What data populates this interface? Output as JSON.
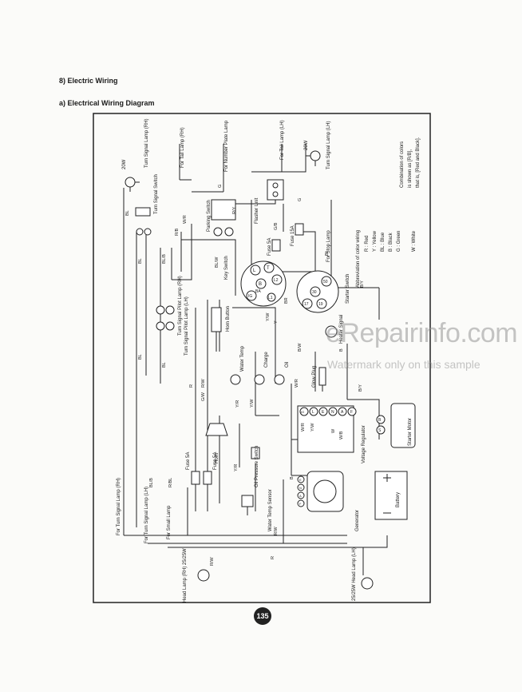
{
  "page": {
    "section_title": "8) Electric Wiring",
    "diagram_title": "a)  Electrical Wiring Diagram",
    "page_number": "135",
    "watermark": "eRepairinfo.com",
    "watermark_sub": "Watermark only on this sample"
  },
  "diagram": {
    "components": {
      "turn_rh": "Turn Signal Lamp (RH)",
      "watt_20_rh": "20W",
      "tail_rh": "For Tail Lamp (RH)",
      "number_plate": "For Number Plate Lamp",
      "tail_lh": "For Tail Lamp (LH)",
      "watt_20_lh": "20W",
      "turn_lh": "Turn Signal Lamp (LH)",
      "turn_switch": "Turn Signal Switch",
      "parking_switch": "Parking Switch",
      "flasher_unit": "Flasher Unit",
      "key_switch": "Key Switch",
      "fuse_5a_top": "Fuse 5A",
      "fuse_15a": "Fuse 15A",
      "stop_lamp": "For Stop Lamp",
      "starter_switch": "Starter Switch",
      "heater_signal": "Heater Signal",
      "glow_plug": "Glow Plug",
      "pilot_rh": "Turn Signal Pilot Lamp (RH)",
      "pilot_lh": "Turn Signal Pilot Lamp (LH)",
      "horn_button": "Horn Button",
      "horn": "Horn",
      "water_temp": "Water Temp",
      "charge": "Charge",
      "oil": "Oil",
      "oil_pressure_switch": "Oil Pressure Switch",
      "water_temp_sensor": "Water Temp Sensor",
      "voltage_regulator": "Voltage Regulator",
      "starter_motor": "Starter Motor",
      "battery": "Battery",
      "generator": "Generator",
      "fuse_5a_left": "Fuse 5A",
      "fuse_5a_mid": "Fuse 5A",
      "for_turn_rh": "For Turn Signal Lamp (RH)",
      "for_turn_lh": "For Turn Signal Lamp (LH)",
      "for_small_lamp": "For Small Lamp",
      "head_lamp_rh": "Head Lamp (RH) 25/25W",
      "head_lamp_lh": "25/25W Head Lamp (LH)"
    },
    "terminals": {
      "key": [
        "L",
        "T",
        "L2",
        "B",
        "IG",
        "L1",
        "BA"
      ],
      "starter": [
        "50",
        "30",
        "17",
        "19"
      ],
      "regulator_top": [
        "IG",
        "L",
        "E",
        "N",
        "A",
        "F"
      ],
      "generator": [
        "E",
        "N",
        "A",
        "F"
      ],
      "starter_motor": [
        "B",
        "S"
      ]
    },
    "wire_labels": {
      "bl": "BL",
      "bl_b": "BL/B",
      "g": "G",
      "g_b": "G/B",
      "r": "R",
      "r_b": "R/B",
      "r_bl": "R/BL",
      "r_w": "R/W",
      "r_y": "R/Y",
      "w_r": "W/R",
      "bl_w": "BL/W",
      "b": "B",
      "b_w": "B/W",
      "b_y": "B/Y",
      "br": "BR",
      "y": "Y",
      "y_r": "Y/R",
      "y_w": "Y/W",
      "g_w": "G/W",
      "w_b": "W/B",
      "w": "W"
    },
    "legend": {
      "heading": "Abbreviation of color wiring",
      "items": [
        "R  :  Red",
        "Y  :  Yellow",
        "BL :  Blue",
        "B  :  Black",
        "G  :  Green",
        "W  :  White"
      ],
      "note_1": "Combination of colors",
      "note_2": "is shown as [R/B],",
      "note_3": "that is, [Red and Black]."
    }
  }
}
